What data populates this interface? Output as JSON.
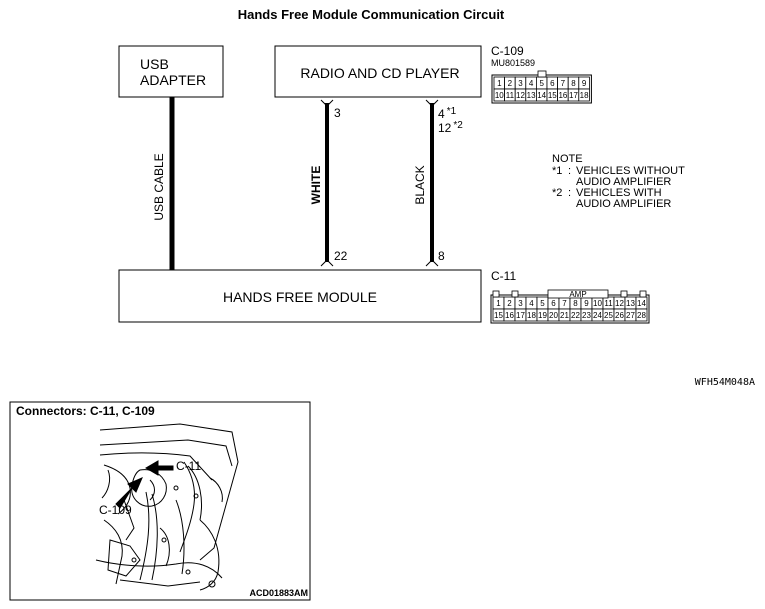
{
  "title": "Hands Free Module Communication Circuit",
  "components": {
    "usb_adapter": [
      "USB",
      "ADAPTER"
    ],
    "radio": "RADIO AND CD PLAYER",
    "hands_free": "HANDS FREE MODULE"
  },
  "wires": {
    "usb_cable": "USB CABLE",
    "white": {
      "label": "WHITE",
      "top_pin": "3",
      "bottom_pin": "22"
    },
    "black": {
      "label": "BLACK",
      "top_pin_1": "4",
      "top_mark_1": "*1",
      "top_pin_2": "12",
      "top_mark_2": "*2",
      "bottom_pin": "8"
    }
  },
  "connectors": {
    "c109": {
      "name": "C-109",
      "part": "MU801589",
      "row1": [
        "1",
        "2",
        "3",
        "4",
        "5",
        "6",
        "7",
        "8",
        "9"
      ],
      "row2": [
        "10",
        "11",
        "12",
        "13",
        "14",
        "15",
        "16",
        "17",
        "18"
      ]
    },
    "c11": {
      "name": "C-11",
      "tag": "AMP",
      "row1": [
        "1",
        "2",
        "3",
        "4",
        "5",
        "6",
        "7",
        "8",
        "9",
        "10",
        "11",
        "12",
        "13",
        "14"
      ],
      "row2": [
        "15",
        "16",
        "17",
        "18",
        "19",
        "20",
        "21",
        "22",
        "23",
        "24",
        "25",
        "26",
        "27",
        "28"
      ]
    }
  },
  "note": {
    "heading": "NOTE",
    "items": [
      {
        "mark": "*1",
        "lines": [
          "VEHICLES WITHOUT",
          "AUDIO AMPLIFIER"
        ]
      },
      {
        "mark": "*2",
        "lines": [
          "VEHICLES WITH",
          "AUDIO AMPLIFIER"
        ]
      }
    ]
  },
  "diagram_code": "WFH54M048A",
  "inset": {
    "title": "Connectors: C-11, C-109",
    "c11_label": "C-11",
    "c109_label": "C-109",
    "code": "ACD01883AM"
  }
}
